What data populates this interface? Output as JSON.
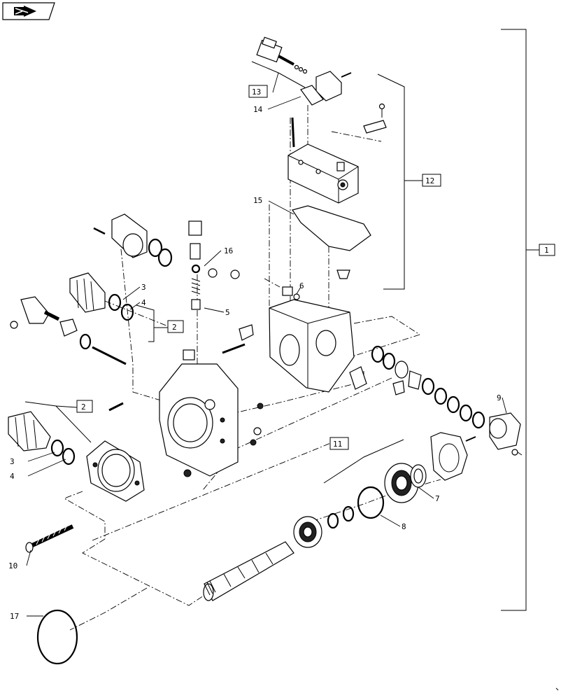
{
  "nav_icon": "next-page-arrow-icon",
  "callouts": {
    "c1": "1",
    "c2a": "2",
    "c2b": "2",
    "c3a": "3",
    "c3b": "3",
    "c4a": "4",
    "c4b": "4",
    "c5": "5",
    "c6": "6",
    "c7": "7",
    "c8": "8",
    "c9": "9",
    "c10": "10",
    "c11": "11",
    "c12": "12",
    "c13": "13",
    "c14": "14",
    "c15": "15",
    "c16": "16",
    "c17": "17"
  }
}
